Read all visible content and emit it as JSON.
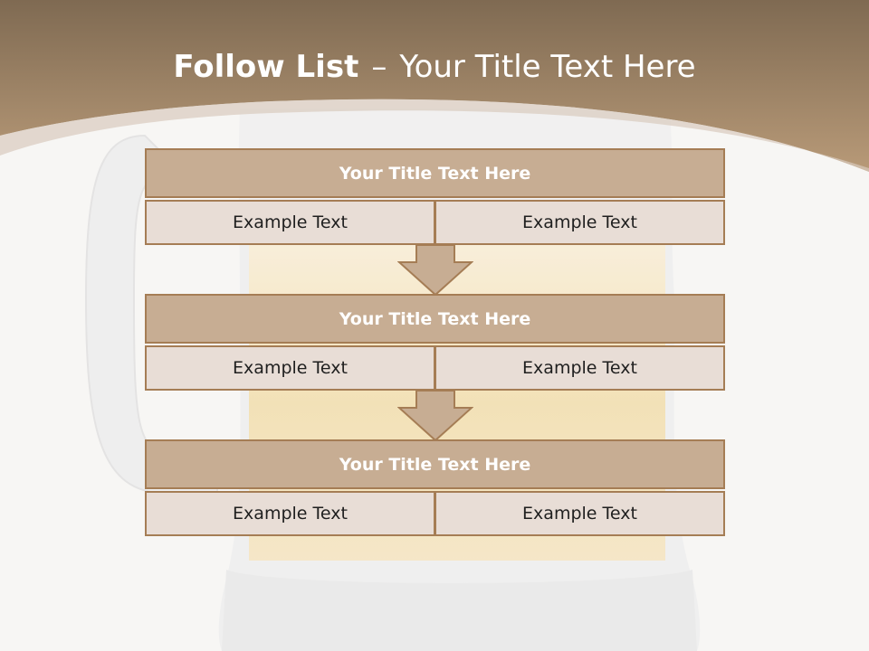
{
  "slide": {
    "title_bold": "Follow List",
    "title_dash": "–",
    "title_rest": "Your Title Text Here"
  },
  "steps": [
    {
      "title": "Your Title Text Here",
      "left": "Example Text",
      "right": "Example Text"
    },
    {
      "title": "Your Title Text Here",
      "left": "Example Text",
      "right": "Example Text"
    },
    {
      "title": "Your Title Text Here",
      "left": "Example Text",
      "right": "Example Text"
    }
  ],
  "colors": {
    "header_brown": "#a38462",
    "box_title_fill": "#c7ad93",
    "box_border": "#a57d55",
    "cell_fill": "#e8ddd6",
    "beer_amber": "#f3dca6"
  },
  "icons": {
    "connector": "down-arrow-icon",
    "background": "beer-mug-icon"
  }
}
